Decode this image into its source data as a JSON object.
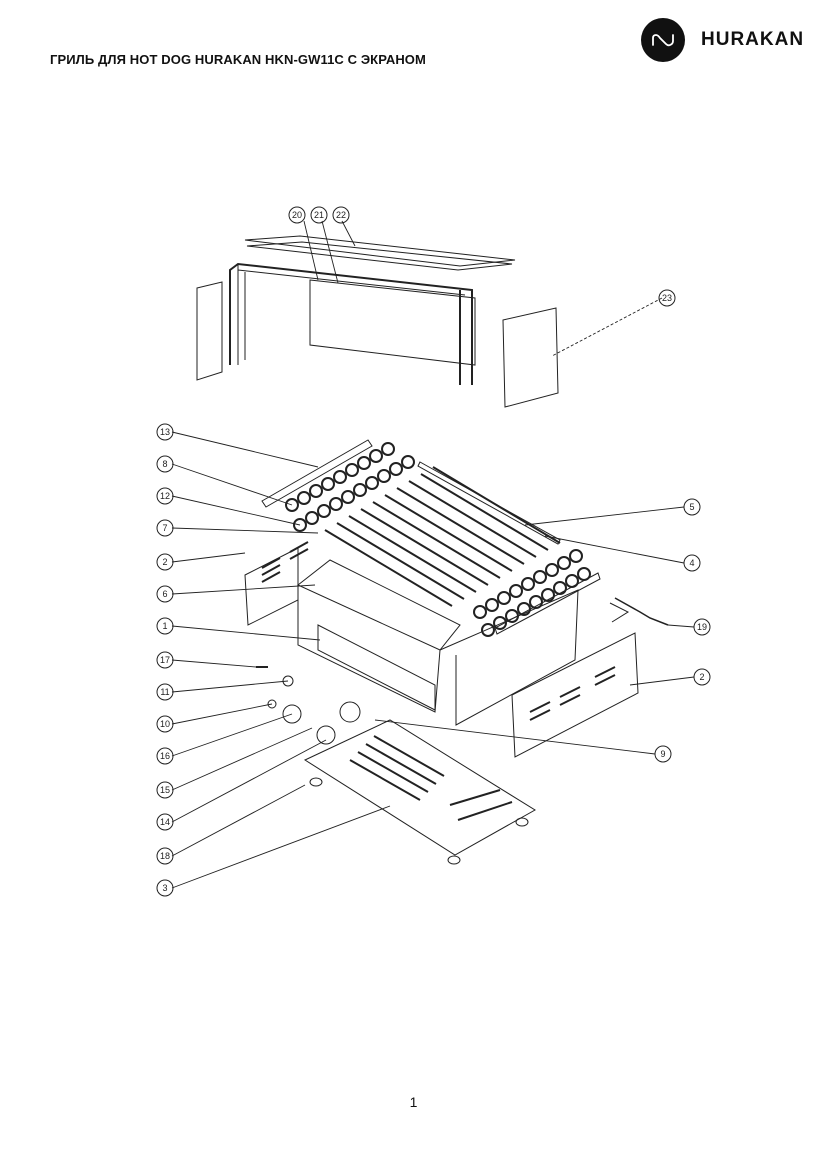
{
  "header": {
    "title": "ГРИЛЬ ДЛЯ HOT DOG HURAKAN HKN-GW11C С ЭКРАНОМ",
    "brand": "HURAKAN",
    "logo_icon": "hurakan-logo-icon"
  },
  "diagram": {
    "callouts": [
      "20",
      "21",
      "22",
      "23",
      "13",
      "8",
      "12",
      "7",
      "2",
      "6",
      "1",
      "17",
      "11",
      "10",
      "16",
      "15",
      "14",
      "18",
      "3",
      "5",
      "4",
      "19",
      "2",
      "9"
    ]
  },
  "footer": {
    "page_number": "1"
  }
}
